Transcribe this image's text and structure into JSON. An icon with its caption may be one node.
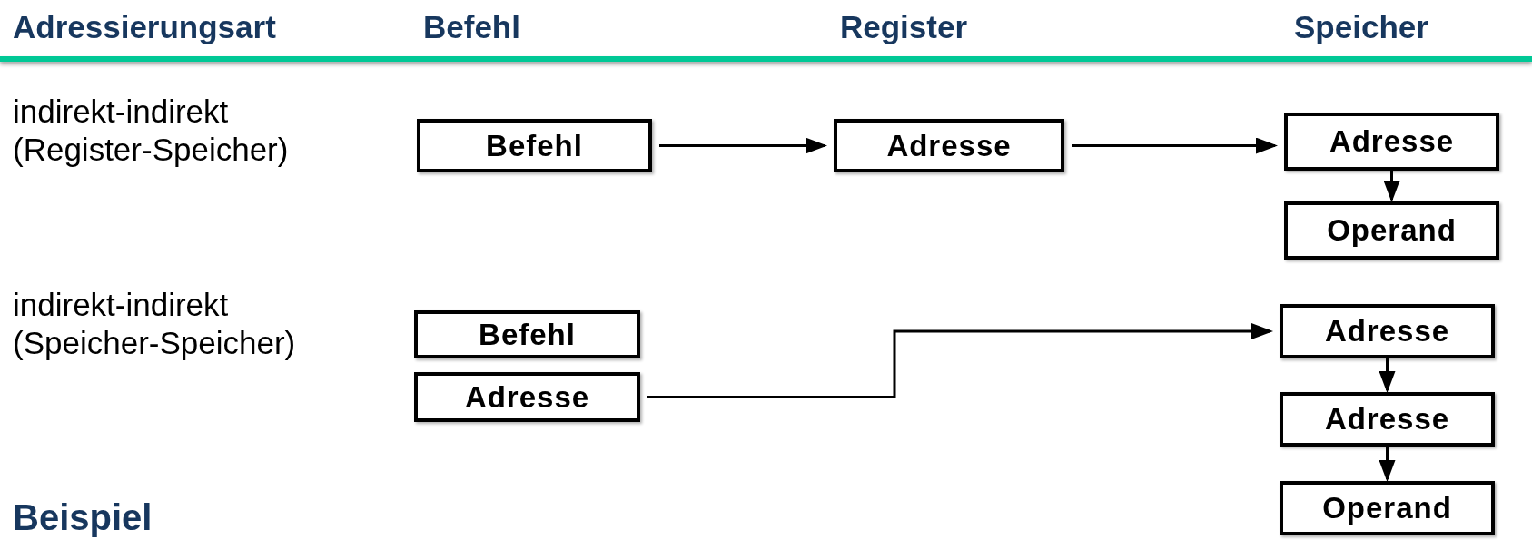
{
  "diagram": {
    "nodes": [
      {
        "text": [
          "Befehl"
        ]
      },
      {
        "text": [
          "Adresse"
        ]
      },
      {
        "text": [
          "Adresse"
        ]
      },
      {
        "text": [
          "Operand"
        ]
      },
      {
        "text": [
          "Befehl"
        ]
      },
      {
        "text": [
          "Adresse"
        ]
      },
      {
        "text": [
          "Adresse"
        ]
      },
      {
        "text": [
          "Adresse"
        ]
      },
      {
        "text": [
          "Operand"
        ]
      }
    ],
    "edges": [
      {
        "from": 0,
        "to": 1,
        "arrow": "to"
      },
      {
        "from": 1,
        "to": 2,
        "arrow": "to"
      },
      {
        "from": 2,
        "to": 3,
        "arrow": "to"
      },
      {
        "from": 5,
        "to": 6,
        "arrow": "to"
      },
      {
        "from": 6,
        "to": 7,
        "arrow": "to"
      },
      {
        "from": 7,
        "to": 8,
        "arrow": "to"
      }
    ],
    "labels": [
      "Adressierungsart",
      "Befehl",
      "Register",
      "Speicher",
      "indirekt-indirekt (Register-Speicher)",
      "indirekt-indirekt (Speicher-Speicher)",
      "Beispiel"
    ]
  }
}
